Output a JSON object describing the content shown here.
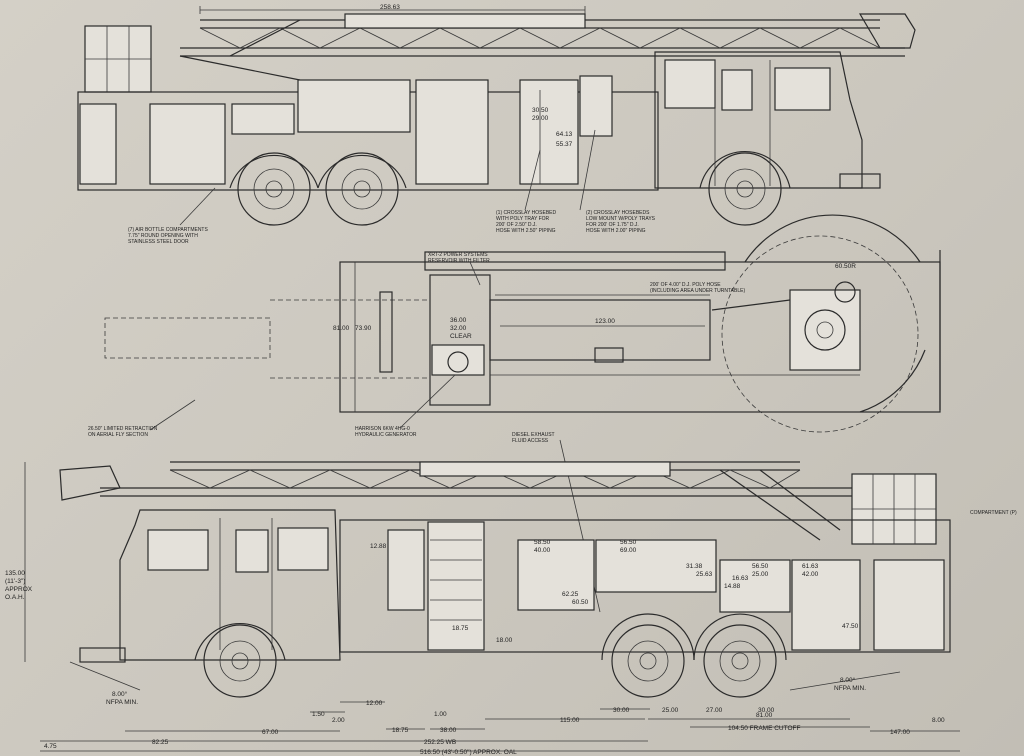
{
  "top_view": {
    "dim_overall": "258.63",
    "dim_a": "30.50",
    "dim_b": "29.00",
    "dim_c": "64.13",
    "dim_d": "55.37",
    "note_air_bottle": [
      "(7) AIR BOTTLE COMPARTMENTS",
      "7.75\" ROUND OPENING WITH",
      "STAINLESS STEEL DOOR"
    ],
    "note_crosslay_1": [
      "(1) CROSSLAY HOSEBED",
      "WITH POLY TRAY FOR",
      "200' OF 2.50\" D.J.",
      "HOSE WITH 2.50\" PIPING"
    ],
    "note_crosslay_2": [
      "(2) CROSSLAY HOSEBEDS",
      "LOW MOUNT W/POLY TRAYS",
      "FOR 200' OF 1.75\" D.J.",
      "HOSE WITH 2.00\" PIPING"
    ]
  },
  "plan_view": {
    "dim_radius": "60.50R",
    "dim_width": "81.00",
    "dim_width2": "73.90",
    "dim_clear1": "36.00",
    "dim_clear2": "32.00",
    "dim_clear_label": "CLEAR",
    "dim_hosebed": "123.00",
    "note_hose": [
      "200' OF 4.00\" D.J. POLY HOSE",
      "(INCLUDING AREA UNDER TURNTABLE)"
    ],
    "note_power": [
      "XRT-2 POWER SYSTEMS",
      "RESERVOIR WITH FILTER"
    ],
    "note_retraction": [
      "26.50\" LIMITED RETRACTION",
      "ON AERIAL FLY SECTION"
    ],
    "note_generator": [
      "HARRISON 6KW 4HG-0",
      "HYDRAULIC GENERATOR"
    ],
    "note_exhaust": [
      "DIESEL EXHAUST",
      "FLUID ACCESS"
    ]
  },
  "side_view": {
    "height_label": [
      "135.00",
      "(11'-3\")",
      "APPROX",
      "O.A.H."
    ],
    "compartment_label": "COMPARTMENT (P)",
    "interior_dims": [
      "12.88",
      "58.50",
      "40.00",
      "56.50",
      "69.00",
      "31.38",
      "25.63",
      "16.63",
      "14.88",
      "56.50",
      "25.00",
      "61.63",
      "42.00",
      "62.25",
      "60.50",
      "47.50",
      "18.75",
      "18.00"
    ],
    "angle_front": [
      "8.00°",
      "NFPA MIN."
    ],
    "angle_rear": [
      "8.00°",
      "NFPA MIN."
    ],
    "dim_1_50": "1.50",
    "dim_2_00": "2.00",
    "dim_12_00": "12.00",
    "dim_1_00": "1.00",
    "dim_18_75": "18.75",
    "dim_38_00": "38.00",
    "dim_115_00": "115.00",
    "dim_30_00a": "30.00",
    "dim_25_00": "25.00",
    "dim_27_00": "27.00",
    "dim_30_00b": "30.00",
    "dim_81_00": "81.00",
    "dim_frame_cutoff": "104.50 FRAME CUTOFF",
    "dim_147_00": "147.00",
    "dim_8_00": "8.00",
    "dim_67_00": "67.00",
    "dim_4_75": "4.75",
    "dim_82_25": "82.25",
    "dim_wheelbase": "252.25 WB",
    "dim_oal": "516.50 (43'-0.50\") APPROX. OAL"
  }
}
